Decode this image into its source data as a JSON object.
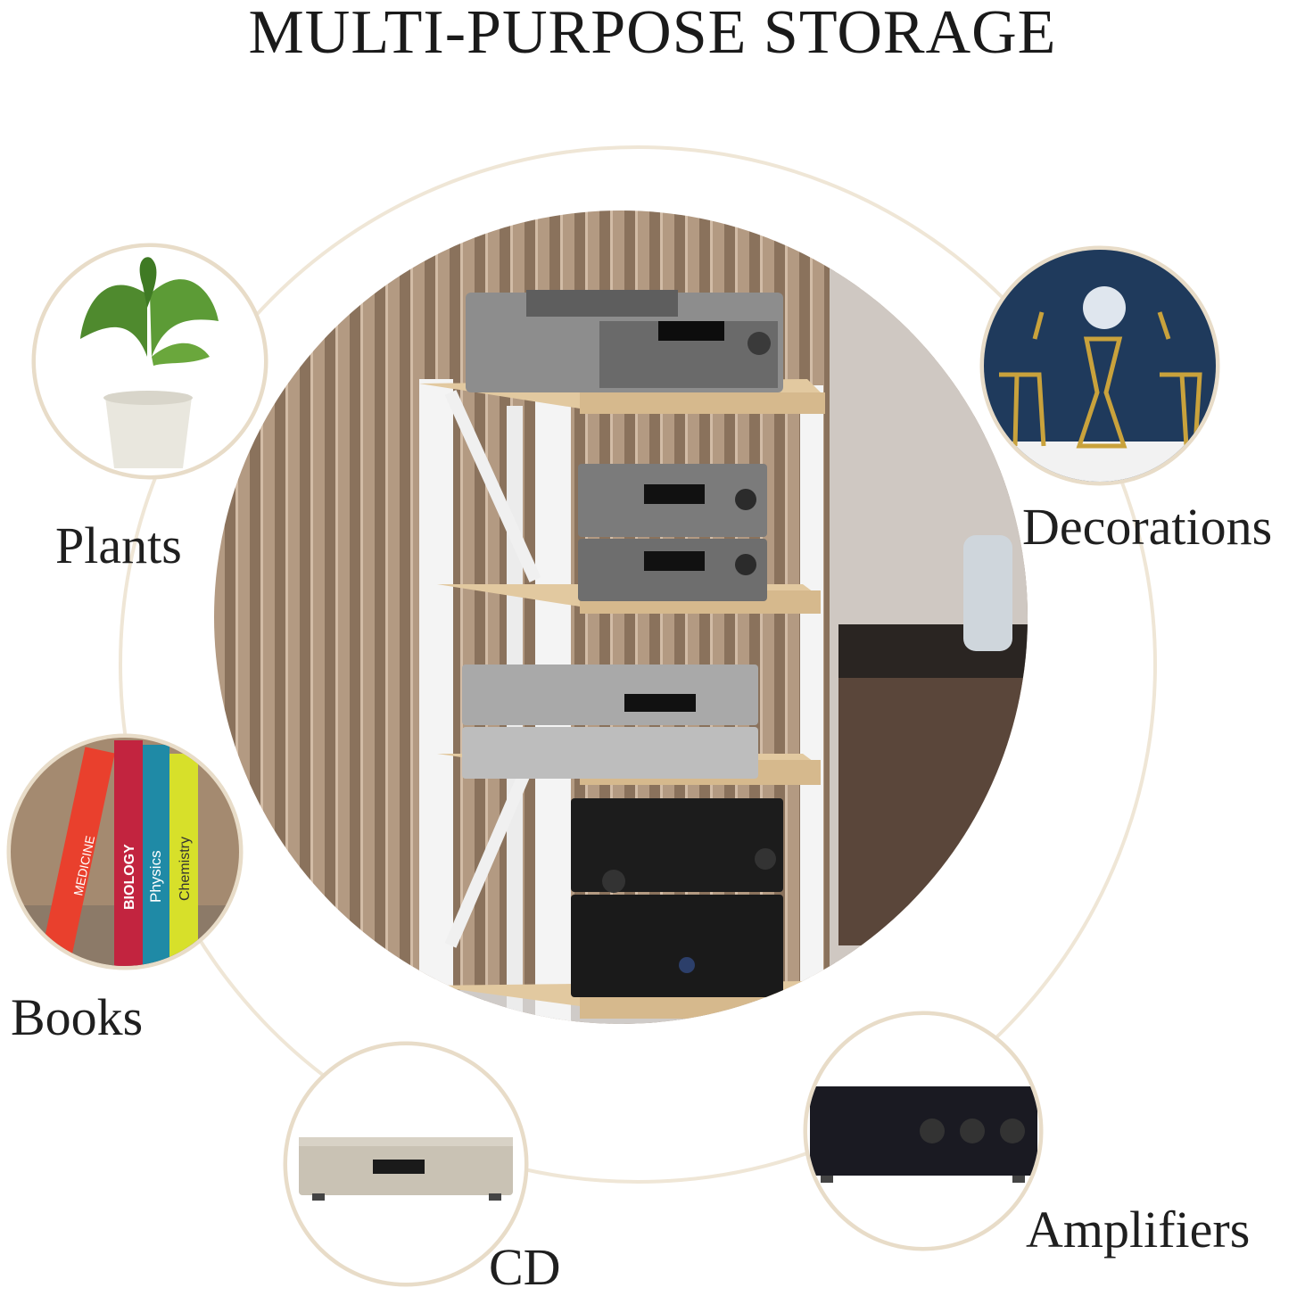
{
  "title": "MULTI-PURPOSE STORAGE",
  "uses": {
    "plants": "Plants",
    "decorations": "Decorations",
    "books": "Books",
    "cd": "CD",
    "amplifiers": "Amplifiers"
  },
  "book_spines": [
    "MEDICINE",
    "BIOLOGY",
    "Physics",
    "Chemistry"
  ],
  "colors": {
    "ring": "#e8dcc8",
    "wood": "#e2c9a0",
    "frame": "#f4f4f4",
    "dark_device": "#1c1c1c",
    "silver_device": "#8d8d8d",
    "deco_bg": "#1f3a5c",
    "gold": "#c9a23c"
  }
}
